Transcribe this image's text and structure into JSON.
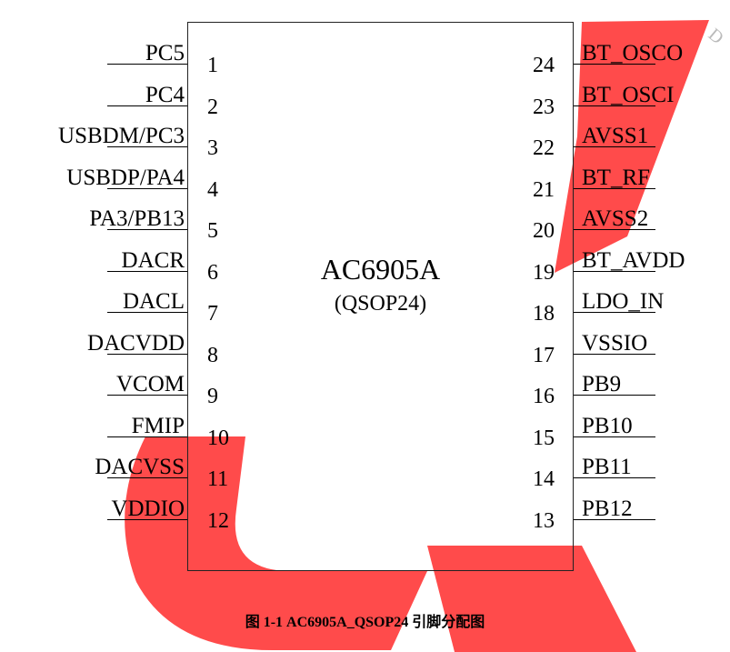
{
  "chip": {
    "name": "AC6905A",
    "package": "(QSOP24)"
  },
  "left_pins": [
    {
      "num": "1",
      "label": "PC5"
    },
    {
      "num": "2",
      "label": "PC4"
    },
    {
      "num": "3",
      "label": "USBDM/PC3"
    },
    {
      "num": "4",
      "label": "USBDP/PA4"
    },
    {
      "num": "5",
      "label": "PA3/PB13"
    },
    {
      "num": "6",
      "label": "DACR"
    },
    {
      "num": "7",
      "label": "DACL"
    },
    {
      "num": "8",
      "label": "DACVDD"
    },
    {
      "num": "9",
      "label": "VCOM"
    },
    {
      "num": "10",
      "label": "FMIP"
    },
    {
      "num": "11",
      "label": "DACVSS"
    },
    {
      "num": "12",
      "label": "VDDIO"
    }
  ],
  "right_pins": [
    {
      "num": "24",
      "label": "BT_OSCO"
    },
    {
      "num": "23",
      "label": "BT_OSCI"
    },
    {
      "num": "22",
      "label": "AVSS1"
    },
    {
      "num": "21",
      "label": "BT_RF"
    },
    {
      "num": "20",
      "label": "AVSS2"
    },
    {
      "num": "19",
      "label": "BT_AVDD"
    },
    {
      "num": "18",
      "label": "LDO_IN"
    },
    {
      "num": "17",
      "label": "VSSIO"
    },
    {
      "num": "16",
      "label": "PB9"
    },
    {
      "num": "15",
      "label": "PB10"
    },
    {
      "num": "14",
      "label": "PB11"
    },
    {
      "num": "13",
      "label": "PB12"
    }
  ],
  "caption": "图 1-1  AC6905A_QSOP24 引脚分配图",
  "watermark": {
    "icon": "red-logo-watermark",
    "text": "D",
    "color": "#ff2b2b"
  }
}
